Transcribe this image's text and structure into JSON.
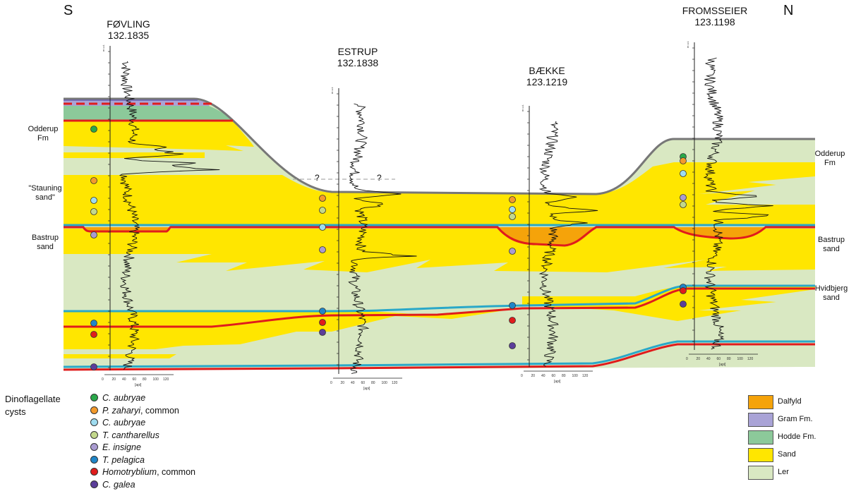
{
  "directions": {
    "left": "S",
    "right": "N"
  },
  "wells": [
    {
      "name": "FØVLING",
      "id": "132.1835"
    },
    {
      "name": "ESTRUP",
      "id": "132.1838"
    },
    {
      "name": "BÆKKE",
      "id": "123.1219"
    },
    {
      "name": "FROMSSEIER",
      "id": "123.1198"
    }
  ],
  "unit_labels": {
    "odderup_left": "Odderup\nFm",
    "stauning": "\"Stauning\nsand\"",
    "bastrup_left": "Bastrup\nsand",
    "odderup_right": "Odderup\nFm",
    "bastrup_right": "Bastrup\nsand",
    "hvidbjerg": "Hvidbjerg\nsand"
  },
  "question_marks": [
    "?",
    "?"
  ],
  "log_axis": {
    "depth_unit": "m u.t.",
    "ticks": [
      "0",
      "20",
      "40",
      "60",
      "80",
      "100",
      "120"
    ],
    "unit": "[api]"
  },
  "cyst_legend": {
    "title": "Dinoflagellate cysts",
    "items": [
      {
        "label": "C. aubryae",
        "suffix": "",
        "color": "#2aa84a"
      },
      {
        "label": "P.  zaharyi",
        "suffix": ", common",
        "color": "#f39a2c"
      },
      {
        "label": "C. aubryae",
        "suffix": "",
        "color": "#9fdcf0"
      },
      {
        "label": "T. cantharellus",
        "suffix": "",
        "color": "#c3d88c"
      },
      {
        "label": "E. insigne",
        "suffix": "",
        "color": "#a99bd0"
      },
      {
        "label": "T. pelagica",
        "suffix": "",
        "color": "#1f86c8"
      },
      {
        "label": "Homotryblium",
        "suffix": ", common",
        "color": "#e01c1c"
      },
      {
        "label": "C. galea",
        "suffix": "",
        "color": "#5b3e9a"
      }
    ]
  },
  "lithology_legend": [
    {
      "label": "Dalfyld",
      "color": "#f5a30a"
    },
    {
      "label": "Gram Fm.",
      "color": "#a9a3d6"
    },
    {
      "label": "Hodde Fm.",
      "color": "#8cc99a"
    },
    {
      "label": "Sand",
      "color": "#ffe600"
    },
    {
      "label": "Ler",
      "color": "#d9e8c2"
    }
  ],
  "colors": {
    "sand": "#ffe600",
    "clay": "#d9e8c2",
    "boundary_red": "#e01c1c",
    "boundary_blue": "#2aa8c8",
    "erosion_grey": "#777777"
  }
}
